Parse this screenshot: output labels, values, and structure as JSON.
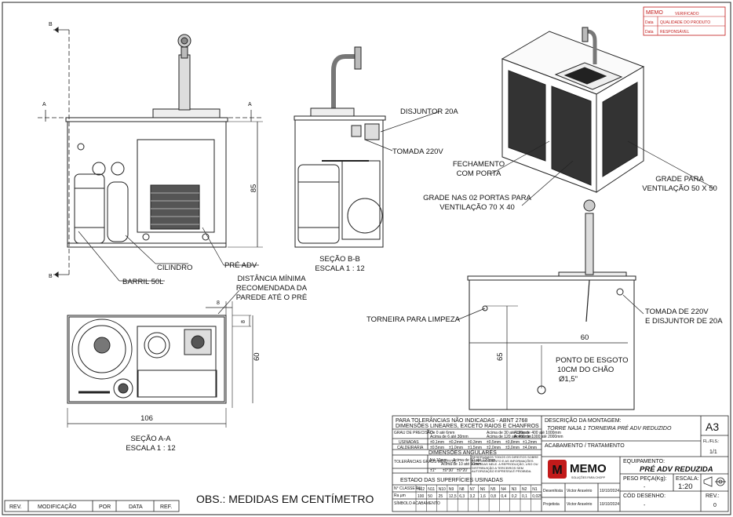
{
  "views": {
    "front": {
      "section_markers": {
        "a_left": "A",
        "a_right": "A",
        "b_top": "B",
        "b_bottom": "B"
      },
      "dimension_height": "85",
      "labels": {
        "cilindro": "CILINDRO",
        "pre_adv": "PRÉ ADV",
        "barril": "BARRIL 50L"
      }
    },
    "section_bb": {
      "labels": {
        "disjuntor": "DISJUNTOR 20A",
        "tomada": "TOMADA 220V"
      },
      "caption_title": "SEÇÃO B-B",
      "caption_scale": "ESCALA 1 : 12"
    },
    "iso": {
      "labels": {
        "fechamento": [
          "FECHAMENTO",
          "COM PORTA"
        ],
        "grade_portas": [
          "GRADE NAS 02 PORTAS PARA",
          "VENTILAÇÃO 70 X 40"
        ],
        "grade_lateral": [
          "GRADE PARA",
          "VENTILAÇÃO 50 X 50"
        ]
      }
    },
    "section_aa": {
      "note": [
        "DISTÂNCIA MÍNIMA",
        "RECOMENDADA DA",
        "PAREDE ATÉ O PRÉ"
      ],
      "dim_top": "8",
      "dim_side_small": "8",
      "dim_height": "60",
      "dim_width": "106",
      "caption_title": "SEÇÃO A-A",
      "caption_scale": "ESCALA 1 : 12"
    },
    "side": {
      "labels": {
        "torneira": "TORNEIRA PARA LIMPEZA",
        "tomada": [
          "TOMADA DE 220V",
          "E DISJUNTOR DE 20A"
        ],
        "esgoto": [
          "PONTO DE ESGOTO",
          "10CM DO CHÃO",
          "Ø1,5\""
        ]
      },
      "dim_width": "60",
      "dim_height": "65"
    }
  },
  "stamp": {
    "brand": "MEMO",
    "rows": [
      {
        "label": "VERIFICADO",
        "value": ""
      },
      {
        "label": "Data",
        "value": "QUALIDADE DO PRODUTO"
      },
      {
        "label": "Data",
        "value": "RESPONSÁVEL"
      }
    ]
  },
  "note": "OBS.: MEDIDAS EM CENTÍMETRO",
  "revision_headers": [
    "REV.",
    "MODIFICAÇÃO",
    "POR",
    "DATA",
    "REF."
  ],
  "title_block": {
    "tolerance_title": [
      "PARA TOLERÂNCIAS NÃO INDICADAS - ABNT 2768",
      "DIMENSÕES LINEARES, EXCETO RAIOS E CHANFROS"
    ],
    "tol_rows": [
      {
        "label": "GRAU DE PRECISÃO",
        "cells": [
          "De 0 até 6mm",
          "Acima de 6 até 30mm",
          "Acima de 30 até 120mm",
          "Acima de 120 até 400mm",
          "Acima de 400 até 1000mm",
          "Acima de 1000 até 2000mm"
        ]
      },
      {
        "label": "USINADAS",
        "cells": [
          "±0,1mm",
          "±0,2mm",
          "±0,3mm",
          "±0,5mm",
          "±0,8mm",
          "±1,2mm"
        ]
      },
      {
        "label": "CALDEIRARIA",
        "cells": [
          "±0,5mm",
          "±1,0mm",
          "±1,5mm",
          "±2,0mm",
          "±3,0mm",
          "±4,0mm"
        ]
      }
    ],
    "angular_title": "DIMENSÕES ANGULARES",
    "angular_label": "TOLERÂNCIAS GRAUS MINUTOS",
    "angular_cells": [
      "Até 10mm",
      "Acima de 10 até 50mm",
      "Acima de 50 até 120mm"
    ],
    "angular_values": [
      "±1°",
      "±0°30'",
      "±0°20'"
    ],
    "legal_text": "RESERVAMOS TODOS OS DIREITOS SOBRE ESTE DOCUMENTO E AS INFORMAÇÕES CONTIDAS NELE. A REPRODUÇÃO, USO OU DISTRIBUIÇÃO A TERCEIROS SEM AUTORIZAÇÃO EXPRESSA É PROIBIDA.",
    "surface_title": "ESTADO DAS SUPERFÍCIES USINADAS",
    "surface_rows": [
      "N° CLASSE RU",
      "Ra µm",
      "SÍMBOLO ACABAMENTO"
    ],
    "surface_classes": [
      "N12",
      "N11",
      "N10",
      "N9",
      "N8",
      "N7",
      "N6",
      "N5",
      "N4",
      "N3",
      "N2",
      "N1"
    ],
    "surface_values": [
      "100",
      "50",
      "25",
      "12,5",
      "6,3",
      "3,2",
      "1,6",
      "0,8",
      "0,4",
      "0,2",
      "0,1",
      "0,025"
    ],
    "desc_label": "DESCRIÇÃO DA MONTAGEM:",
    "desc_value": "TORRE NAJA 1 TORNEIRA PRÉ ADV REDUZIDO",
    "finish_label": "ACABAMENTO / TRATAMENTO",
    "sheet_size": "A3",
    "sheet_label": "FL./FLS.:",
    "sheet_value": "1/1",
    "equip_label": "EQUIPAMENTO:",
    "equip_value": "PRÉ ADV REDUZIDA",
    "weight_label": "PESO PEÇA(Kg):",
    "weight_value": "-",
    "scale_label": "ESCALA:",
    "scale_value": "1:20",
    "code_label": "CÓD DESENHO:",
    "code_value": "-",
    "rev_label": "REV.:",
    "rev_value": "0",
    "drawn_label": "Desenhista",
    "drawn_name": "Victor Aravério",
    "drawn_date": "10/10/2024",
    "proj_label": "Projetista",
    "proj_name": "Victor Aravério",
    "proj_date": "10/10/2024",
    "logo_text": "MEMO",
    "logo_sub": "SOLUÇÕES PARA CHOPP"
  }
}
